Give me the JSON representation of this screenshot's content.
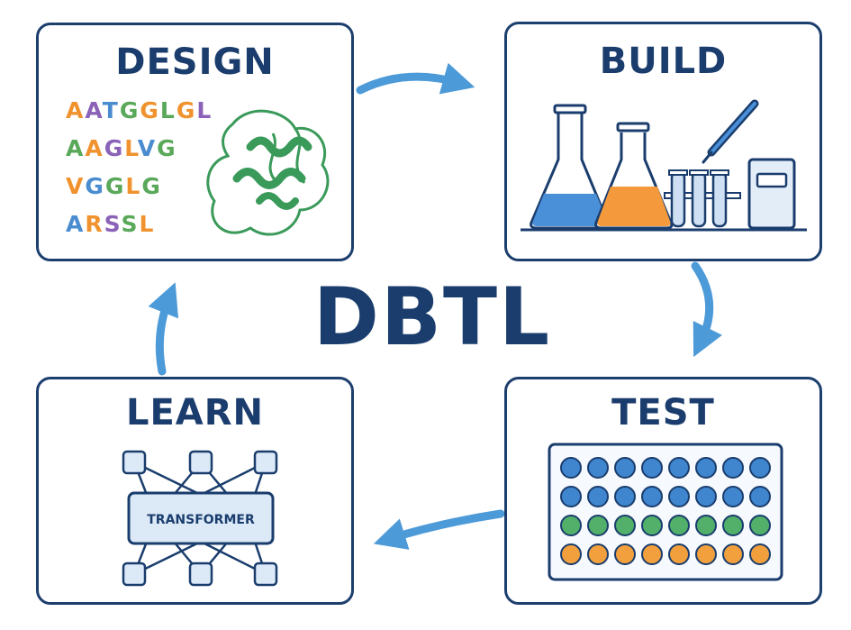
{
  "center_title": "DBTL",
  "design": {
    "title": "DESIGN",
    "sequences": [
      [
        {
          "t": "A",
          "c": "#f0922e"
        },
        {
          "t": "A",
          "c": "#8a63b8"
        },
        {
          "t": "T",
          "c": "#4a8cd0"
        },
        {
          "t": "G",
          "c": "#5aa85a"
        },
        {
          "t": "G",
          "c": "#f0922e"
        },
        {
          "t": "L",
          "c": "#5aa85a"
        },
        {
          "t": "G",
          "c": "#f0922e"
        },
        {
          "t": "L",
          "c": "#8a63b8"
        }
      ],
      [
        {
          "t": "A",
          "c": "#5aa85a"
        },
        {
          "t": "A",
          "c": "#f0922e"
        },
        {
          "t": "G",
          "c": "#8a63b8"
        },
        {
          "t": "L",
          "c": "#f0922e"
        },
        {
          "t": "V",
          "c": "#4a8cd0"
        },
        {
          "t": "G",
          "c": "#5aa85a"
        }
      ],
      [
        {
          "t": "V",
          "c": "#f0922e"
        },
        {
          "t": "G",
          "c": "#4a8cd0"
        },
        {
          "t": "G",
          "c": "#5aa85a"
        },
        {
          "t": "L",
          "c": "#f0922e"
        },
        {
          "t": "G",
          "c": "#5aa85a"
        }
      ],
      [
        {
          "t": "A",
          "c": "#4a8cd0"
        },
        {
          "t": "R",
          "c": "#f0922e"
        },
        {
          "t": "S",
          "c": "#8a63b8"
        },
        {
          "t": "S",
          "c": "#5aa85a"
        },
        {
          "t": "L",
          "c": "#f0922e"
        }
      ]
    ]
  },
  "build": {
    "title": "BUILD"
  },
  "test": {
    "title": "TEST",
    "plate_row_colors": [
      "#3f86cf",
      "#3f86cf",
      "#52b06a",
      "#f2a03d"
    ],
    "plate_columns": 8
  },
  "learn": {
    "title": "LEARN",
    "model_label": "TRANSFORMER"
  },
  "colors": {
    "navy": "#1a3d6d",
    "arrow": "#4d9ad8",
    "protein": "#3a9a5a",
    "blue_liquid": "#4a90d9",
    "orange_liquid": "#f49a3c"
  }
}
